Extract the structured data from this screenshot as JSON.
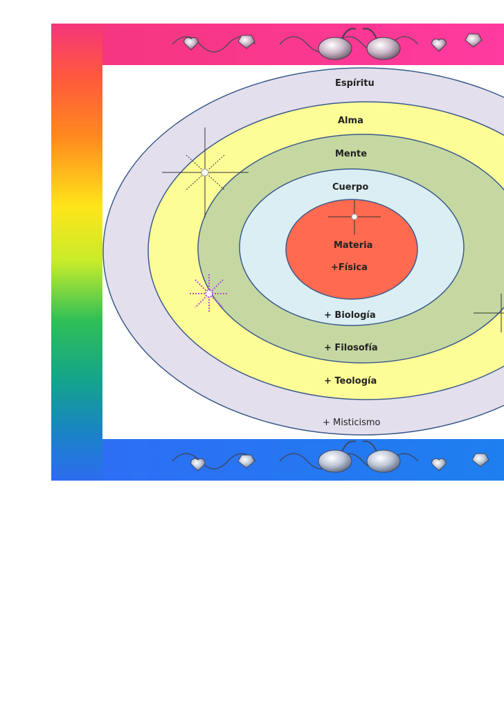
{
  "diagram": {
    "rings": [
      {
        "name": "Espíritu",
        "discipline": "+ Misticismo",
        "color": "#e4dfec"
      },
      {
        "name": "Alma",
        "discipline": "+ Teología",
        "color": "#fdfd98"
      },
      {
        "name": "Mente",
        "discipline": "+ Filosofía",
        "color": "#c6d8a2"
      },
      {
        "name": "Cuerpo",
        "discipline": "+ Biología",
        "color": "#dbeef3"
      },
      {
        "name": "Materia",
        "discipline": "+Física",
        "color": "#ff6a50"
      }
    ],
    "outline_color": "#3a5a8c"
  },
  "frame": {
    "top_band": "rainbow-pink-to-magenta",
    "left_band": "rainbow-vertical",
    "bottom_band": "rainbow-blue",
    "ornament_icons": [
      "heart-jewel-icon",
      "swan-icon",
      "leaf-vine-icon"
    ],
    "sparkle_icons": [
      "sparkle-star-icon",
      "purple-star-icon"
    ]
  }
}
